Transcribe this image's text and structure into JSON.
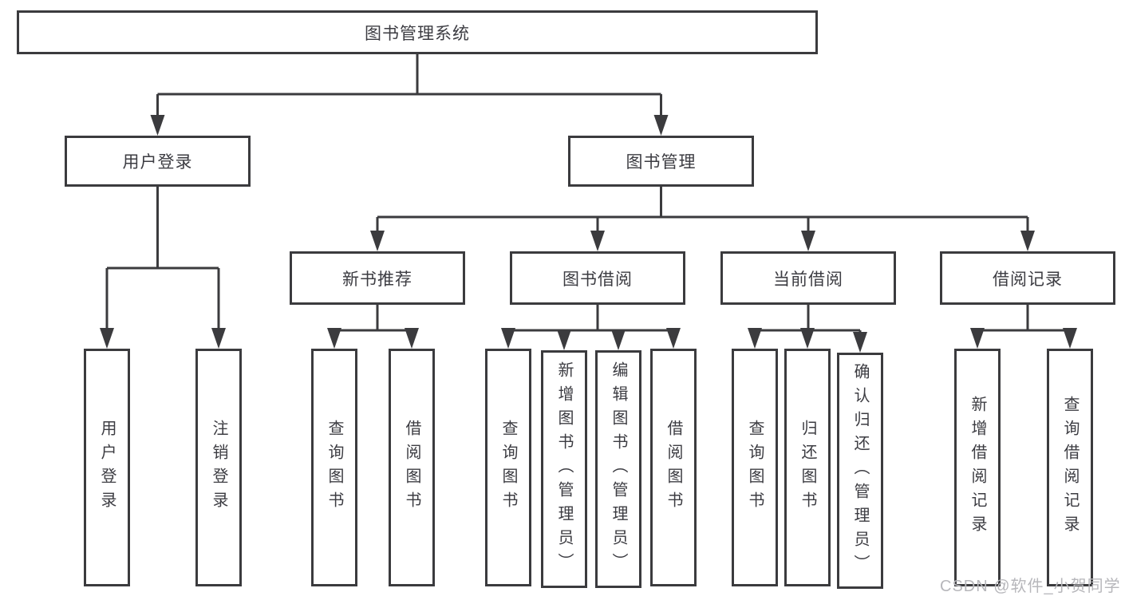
{
  "diagram_type": "tree",
  "title": "图书管理系统",
  "tree": {
    "label": "图书管理系统",
    "children": [
      {
        "label": "用户登录",
        "children": [
          {
            "label": "用户登录"
          },
          {
            "label": "注销登录"
          }
        ]
      },
      {
        "label": "图书管理",
        "children": [
          {
            "label": "新书推荐",
            "children": [
              {
                "label": "查询图书"
              },
              {
                "label": "借阅图书"
              }
            ]
          },
          {
            "label": "图书借阅",
            "children": [
              {
                "label": "查询图书"
              },
              {
                "label": "新增图书（管理员）"
              },
              {
                "label": "编辑图书（管理员）"
              },
              {
                "label": "借阅图书"
              }
            ]
          },
          {
            "label": "当前借阅",
            "children": [
              {
                "label": "查询图书"
              },
              {
                "label": "归还图书"
              },
              {
                "label": "确认归还（管理员）"
              }
            ]
          },
          {
            "label": "借阅记录",
            "children": [
              {
                "label": "新增借阅记录"
              },
              {
                "label": "查询借阅记录"
              }
            ]
          }
        ]
      }
    ]
  },
  "watermark": {
    "text": "CSDN @软件_小贺同学",
    "color": "#b7b7bb"
  },
  "colors": {
    "line": "#3b3b3e",
    "text": "#3c3c42",
    "background": "#ffffff"
  }
}
